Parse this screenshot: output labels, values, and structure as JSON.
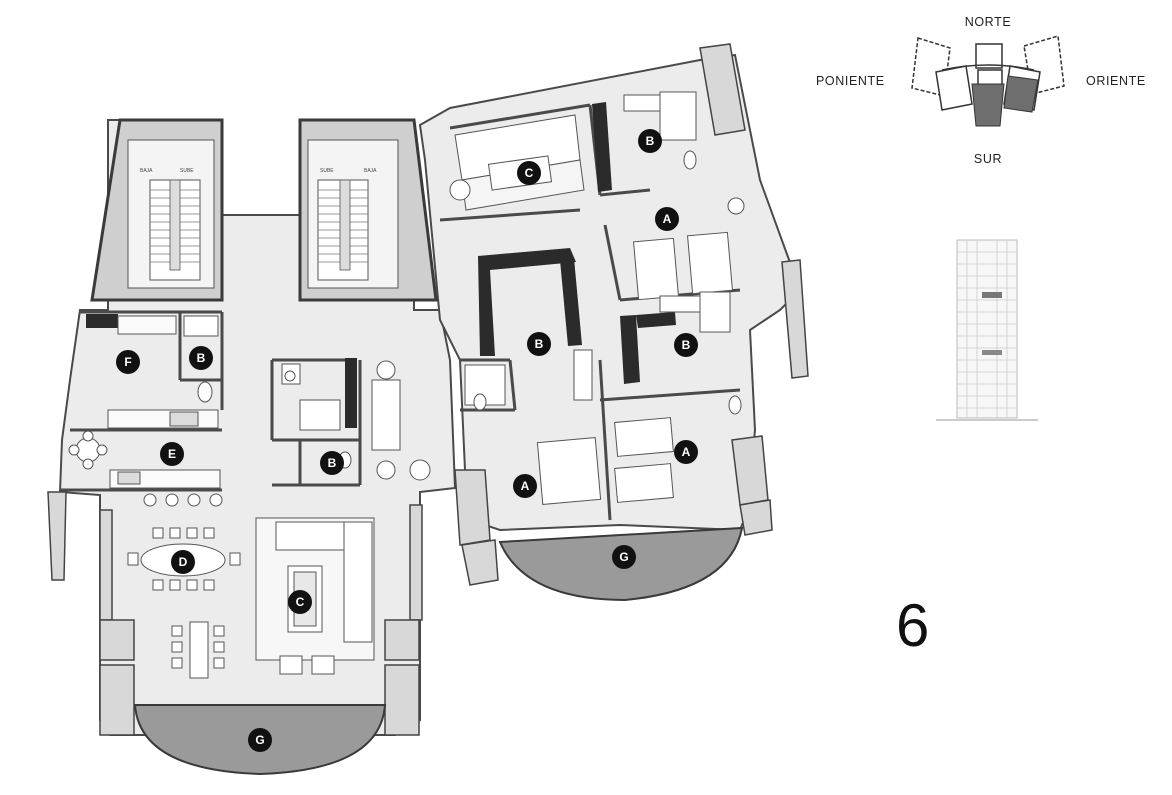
{
  "floor_plan": {
    "room_keys": [
      {
        "id": "kitchen-f",
        "label": "F"
      },
      {
        "id": "bath-service",
        "label": "B"
      },
      {
        "id": "laundry-e",
        "label": "E"
      },
      {
        "id": "bath-powder",
        "label": "B"
      },
      {
        "id": "dining-d",
        "label": "D"
      },
      {
        "id": "living-c",
        "label": "C"
      },
      {
        "id": "terrace-west",
        "label": "G"
      },
      {
        "id": "family-c",
        "label": "C"
      },
      {
        "id": "bath-north",
        "label": "B"
      },
      {
        "id": "bedroom-north",
        "label": "A"
      },
      {
        "id": "bath-master",
        "label": "B"
      },
      {
        "id": "bath-east",
        "label": "B"
      },
      {
        "id": "bedroom-master",
        "label": "A"
      },
      {
        "id": "bedroom-east",
        "label": "A"
      },
      {
        "id": "terrace-east",
        "label": "G"
      }
    ],
    "stairs": [
      {
        "left": "BAJA",
        "right": "SUBE"
      },
      {
        "left": "SUBE",
        "right": "BAJA"
      }
    ]
  },
  "orientation": {
    "north": "NORTE",
    "south": "SUR",
    "east": "ORIENTE",
    "west": "PONIENTE"
  },
  "unit_number": "6",
  "colors": {
    "wall": "#4a4a4a",
    "dark_wall": "#2b2b2b",
    "floor": "#ececec",
    "terrace": "#9a9a9a",
    "badge": "#111111",
    "highlight": "#6e6e6e"
  }
}
